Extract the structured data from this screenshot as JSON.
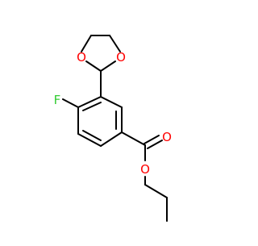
{
  "structure": {
    "atoms": [
      {
        "id": "F",
        "label": "F",
        "color": "#33cc33"
      },
      {
        "id": "O1",
        "label": "O",
        "color": "#ff0000"
      },
      {
        "id": "O2",
        "label": "O",
        "color": "#ff0000"
      },
      {
        "id": "O3",
        "label": "O",
        "color": "#ff0000"
      },
      {
        "id": "O4",
        "label": "O",
        "color": "#ff0000"
      }
    ],
    "bond_color": "#000000"
  }
}
